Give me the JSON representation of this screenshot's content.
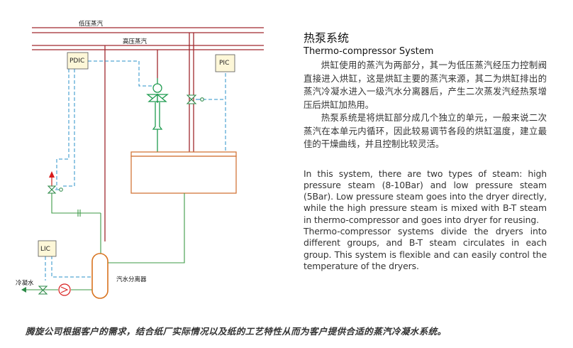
{
  "diagram": {
    "pipes": {
      "low_pressure_steam": "低压蒸汽",
      "high_pressure_steam": "高压蒸汽"
    },
    "instruments": {
      "pdic": "PDIC",
      "pic": "PIC",
      "lic": "LIC"
    },
    "separator_label": "汽水分离器",
    "condensate_label": "冷凝水"
  },
  "text_panel": {
    "title_cn": "热泵系统",
    "title_en": "Thermo-compressor System",
    "para_cn_1": "烘缸使用的蒸汽为两部分，其一为低压蒸汽经压力控制阀直接进入烘缸，这是烘缸主要的蒸汽来源，其二为烘缸排出的蒸汽冷凝水进入一级汽水分离器后，产生二次蒸发汽经热泵增压后烘缸加热用。",
    "para_cn_2": "热泵系统是将烘缸部分成几个独立的单元，一般来说二次蒸汽在本单元内循环，因此较易调节各段的烘缸温度，建立最佳的干燥曲线，并且控制比较灵活。",
    "para_en_1": "In this system, there are two types of steam: high pressure steam (8-10Bar) and low pressure steam (5Bar). Low pressure steam goes into the dryer directly, while the high pressure steam is mixed with B-T steam in thermo-compressor and goes into dryer for reusing.",
    "para_en_2": "Thermo-compressor systems divide the dryers into different groups, and B-T steam circulates in each group. This system is flexible and can easily control the temperature of the dryers."
  },
  "footer_text": "腾旋公司根据客户的需求，结合纸厂实际情况以及纸的工艺特性从而为客户提供合适的蒸汽冷凝水系统。",
  "colors": {
    "steam_pipe": "#a0282e",
    "instrument_line": "#2a92c9",
    "condensate_pipe": "#3c9a46",
    "dryer": "#d2763a",
    "separator": "#d8731f",
    "compressor": "#1e9b4f",
    "valve": "#2d8a48",
    "arrow_red": "#d81c1c"
  }
}
